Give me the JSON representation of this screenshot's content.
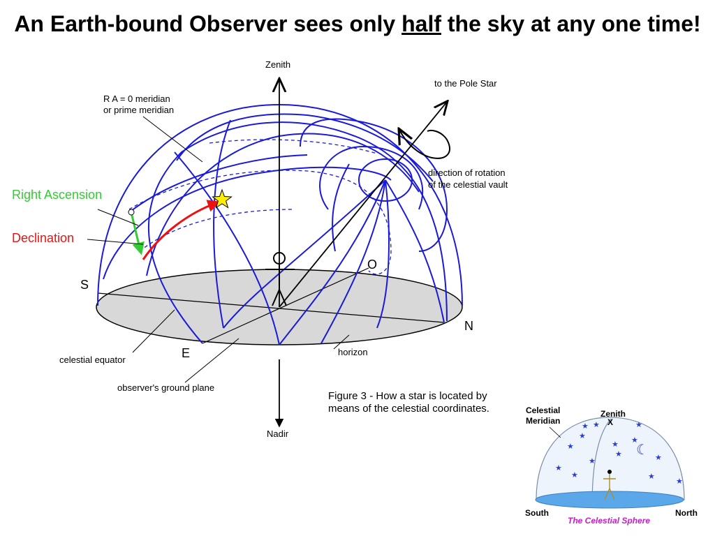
{
  "title": {
    "before": "An Earth-bound Observer sees only ",
    "emph": "half",
    "after": " the sky at any one time!"
  },
  "diagram": {
    "zenith": "Zenith",
    "nadir": "Nadir",
    "pole_star": "to the Pole Star",
    "ra0_line1": "R A = 0  meridian",
    "ra0_line2": "or prime meridian",
    "right_ascension": "Right Ascension",
    "declination": "Declination",
    "rotation_line1": "direction of rotation",
    "rotation_line2": "of the celestial vault",
    "south": "S",
    "north": "N",
    "east": "E",
    "observer_o": "O",
    "celestial_equator": "celestial equator",
    "ground_plane": "observer's ground plane",
    "horizon": "horizon",
    "caption_line1": "Figure 3 - How a star is located by",
    "caption_line2": "means of the celestial coordinates.",
    "colors": {
      "grid": "#1a1ad8",
      "ra": "#33cc33",
      "dec": "#ee1111",
      "star": "#ffee00",
      "ground": "#d8d8d8"
    }
  },
  "inset": {
    "celestial_meridian_1": "Celestial",
    "celestial_meridian_2": "Meridian",
    "zenith": "Zenith",
    "zenith_mark": "X",
    "south": "South",
    "north": "North",
    "caption": "The Celestial Sphere",
    "colors": {
      "dome_fill": "#eef4fc",
      "ground": "#5aa8ea",
      "stars": "#2a3fd0",
      "caption": "#c81ec8"
    }
  }
}
